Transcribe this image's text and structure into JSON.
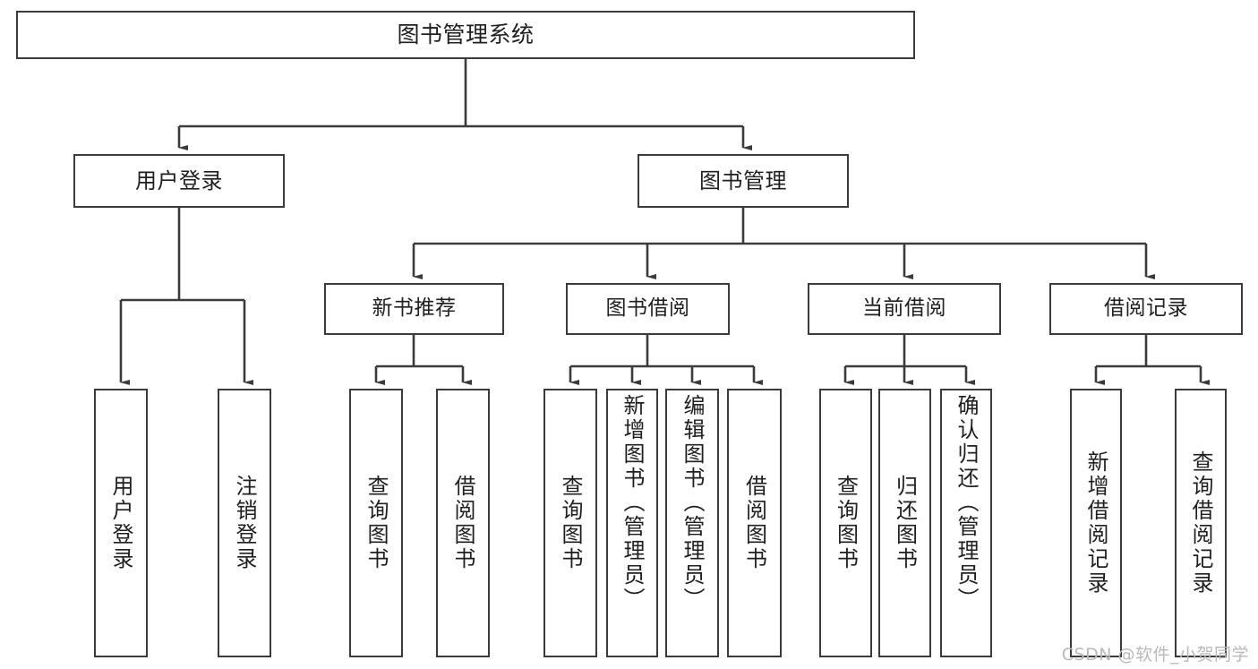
{
  "diagram": {
    "type": "tree-hierarchy",
    "title": "图书管理系统",
    "orientation": "top-down",
    "colors": {
      "box_border": "#3b3b3b",
      "box_fill": "#ffffff",
      "connector": "#3b3b3b",
      "text": "#1f1f1f",
      "watermark": "#b9b9b9"
    },
    "root": {
      "label": "图书管理系统"
    },
    "level2": [
      {
        "label": "用户登录"
      },
      {
        "label": "图书管理"
      }
    ],
    "level3": [
      {
        "label": "新书推荐"
      },
      {
        "label": "图书借阅"
      },
      {
        "label": "当前借阅"
      },
      {
        "label": "借阅记录"
      }
    ],
    "leaves": {
      "user_login": [
        {
          "label": "用户登录"
        },
        {
          "label": "注销登录"
        }
      ],
      "new_book_recommend": [
        {
          "label": "查询图书"
        },
        {
          "label": "借阅图书"
        }
      ],
      "book_borrow": [
        {
          "label": "查询图书"
        },
        {
          "label": "新增图书（管理员）"
        },
        {
          "label": "编辑图书（管理员）"
        },
        {
          "label": "借阅图书"
        }
      ],
      "current_borrow": [
        {
          "label": "查询图书"
        },
        {
          "label": "归还图书"
        },
        {
          "label": "确认归还（管理员）"
        }
      ],
      "borrow_record": [
        {
          "label": "新增借阅记录"
        },
        {
          "label": "查询借阅记录"
        }
      ]
    }
  },
  "watermark": {
    "text": "CSDN @软件_小贺同学"
  }
}
